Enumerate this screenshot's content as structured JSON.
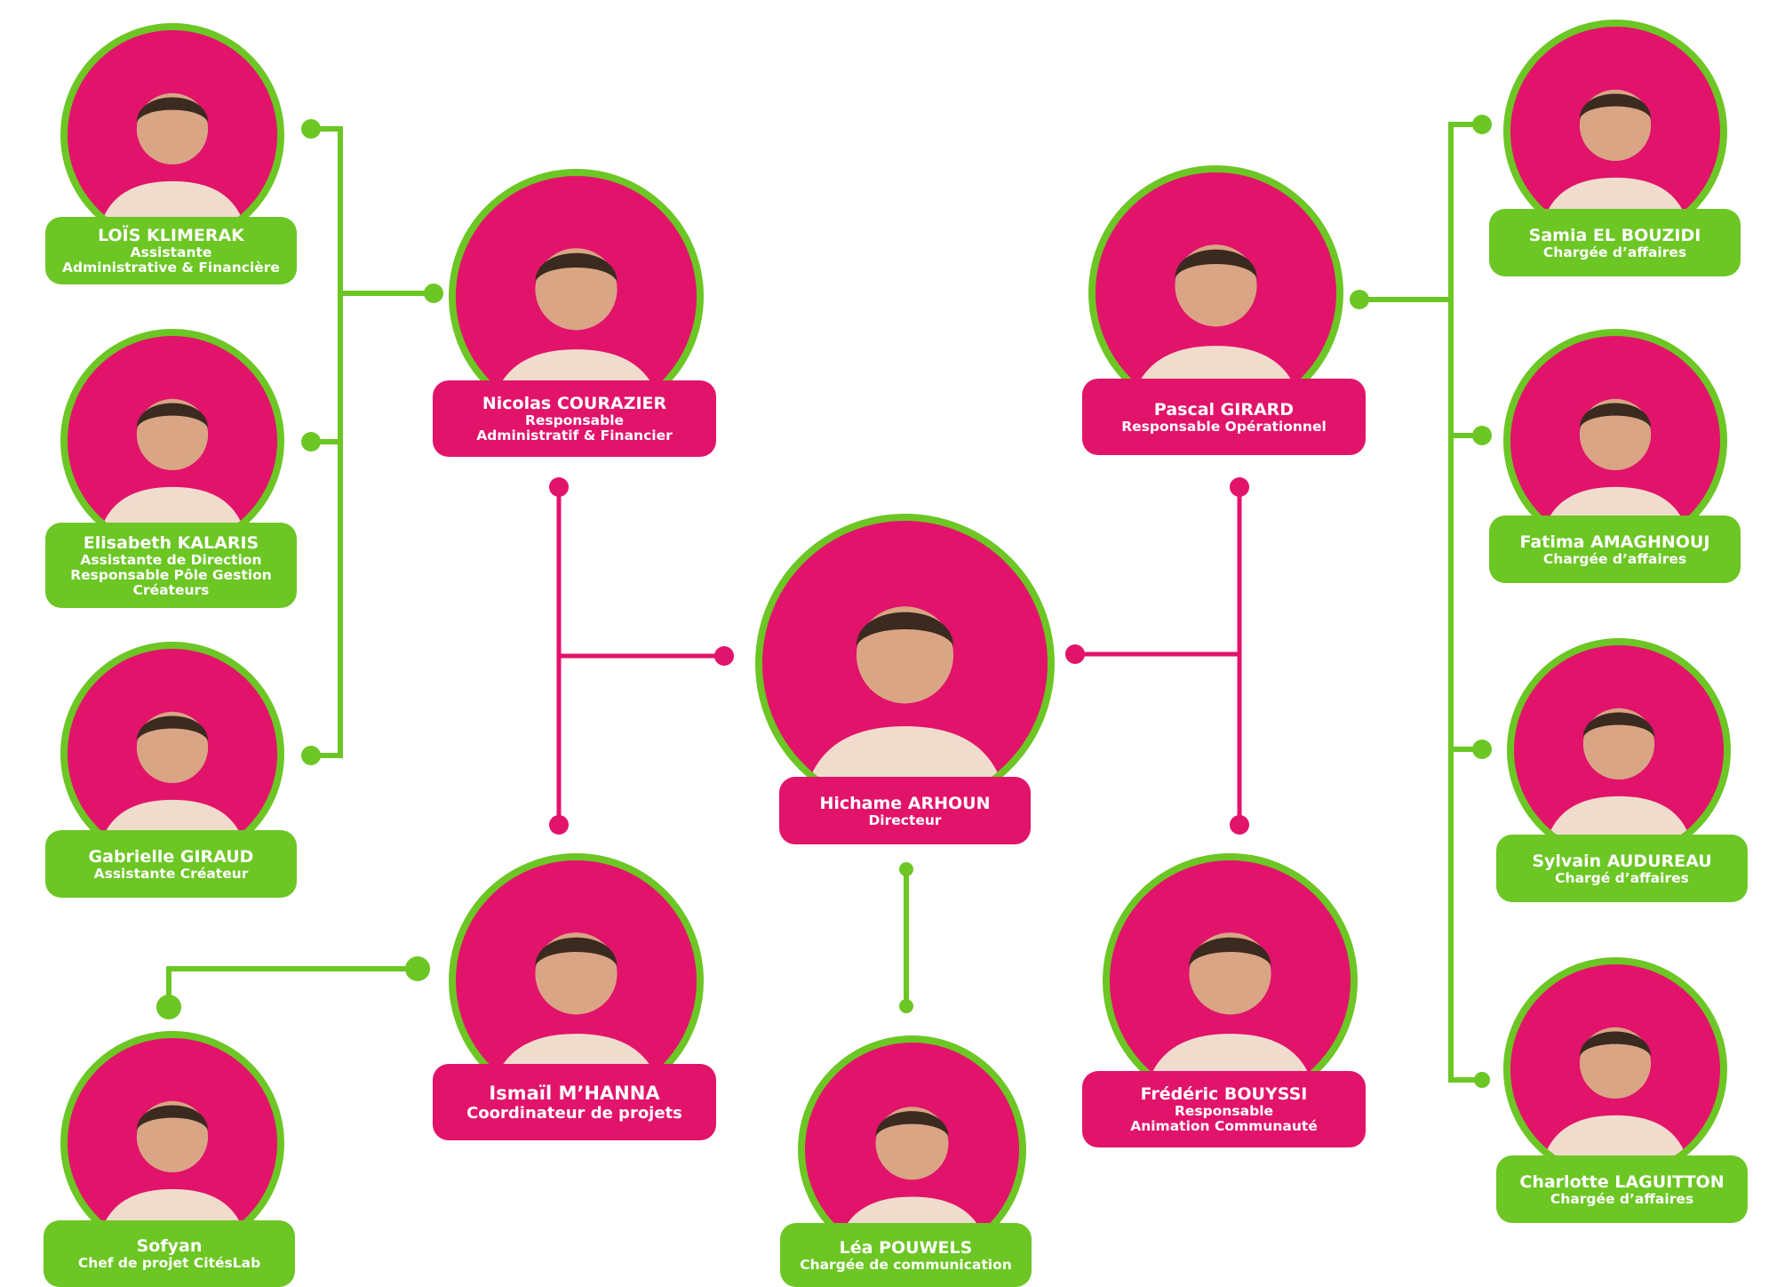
{
  "colors": {
    "pink": "#e2136b",
    "green": "#6cc624",
    "white": "#ffffff"
  },
  "people": {
    "lois": {
      "name": "LOÏS KLIMERAK",
      "role1": "Assistante",
      "role2": "Administrative & Financière",
      "role3": ""
    },
    "elisabeth": {
      "name": "Elisabeth KALARIS",
      "role1": "Assistante de Direction",
      "role2": "Responsable Pôle Gestion",
      "role3": "Créateurs"
    },
    "gabrielle": {
      "name": "Gabrielle GIRAUD",
      "role1": "Assistante Créateur",
      "role2": "",
      "role3": ""
    },
    "nicolas": {
      "name": "Nicolas COURAZIER",
      "role1": "Responsable",
      "role2": "Administratif & Financier",
      "role3": ""
    },
    "pascal": {
      "name": "Pascal GIRARD",
      "role1": "Responsable Opérationnel",
      "role2": "",
      "role3": ""
    },
    "hichame": {
      "name": "Hichame ARHOUN",
      "role1": "Directeur",
      "role2": "",
      "role3": ""
    },
    "ismail": {
      "name": "Ismaïl M’HANNA",
      "role1": "Coordinateur de projets",
      "role2": "",
      "role3": ""
    },
    "frederic": {
      "name": "Frédéric BOUYSSI",
      "role1": "Responsable",
      "role2": "Animation Communauté",
      "role3": ""
    },
    "lea": {
      "name": "Léa POUWELS",
      "role1": "Chargée de communication",
      "role2": "",
      "role3": ""
    },
    "sofyan": {
      "name": "Sofyan",
      "role1": "Chef de projet CitésLab",
      "role2": "",
      "role3": ""
    },
    "samia": {
      "name": "Samia EL BOUZIDI",
      "role1": "Chargée d’affaires",
      "role2": "",
      "role3": ""
    },
    "fatima": {
      "name": "Fatima AMAGHNOUJ",
      "role1": "Chargée d’affaires",
      "role2": "",
      "role3": ""
    },
    "sylvain": {
      "name": "Sylvain AUDUREAU",
      "role1": "Chargé d’affaires",
      "role2": "",
      "role3": ""
    },
    "charlotte": {
      "name": "Charlotte LAGUITTON",
      "role1": "Chargée d’affaires",
      "role2": "",
      "role3": ""
    }
  }
}
